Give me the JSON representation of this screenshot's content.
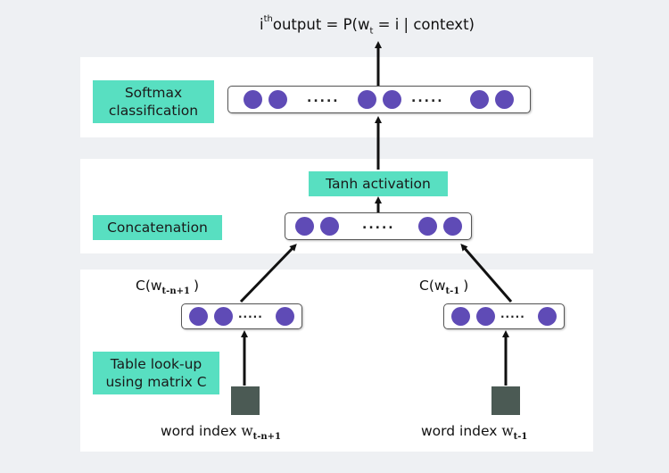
{
  "output_label": {
    "prefix": "i",
    "sup": "th",
    "main_a": "output = P(w",
    "sub": "t",
    "main_b": " = i | context)"
  },
  "softmax_tag": {
    "line1": "Softmax",
    "line2": "classification"
  },
  "tanh_tag": "Tanh activation",
  "concat_tag": "Concatenation",
  "lookup_tag": {
    "line1": "Table look-up",
    "line2": "using matrix C"
  },
  "dots_text": ".....",
  "dots_small": ".....",
  "left_embedding": {
    "prefix": "C(w",
    "sub": "t-n+1",
    "suffix": ")"
  },
  "right_embedding": {
    "prefix": "C(w",
    "sub": "t-1",
    "suffix": ")"
  },
  "left_word": {
    "prefix": "word index ",
    "var": "w",
    "sub": "t-n+1"
  },
  "right_word": {
    "prefix": "word index ",
    "var": "w",
    "sub": "t-1"
  },
  "colors": {
    "background": "#eef0f3",
    "band": "#ffffff",
    "tag": "#58dfc1",
    "node": "#5f4bb6",
    "word_square": "#4b5a54"
  }
}
